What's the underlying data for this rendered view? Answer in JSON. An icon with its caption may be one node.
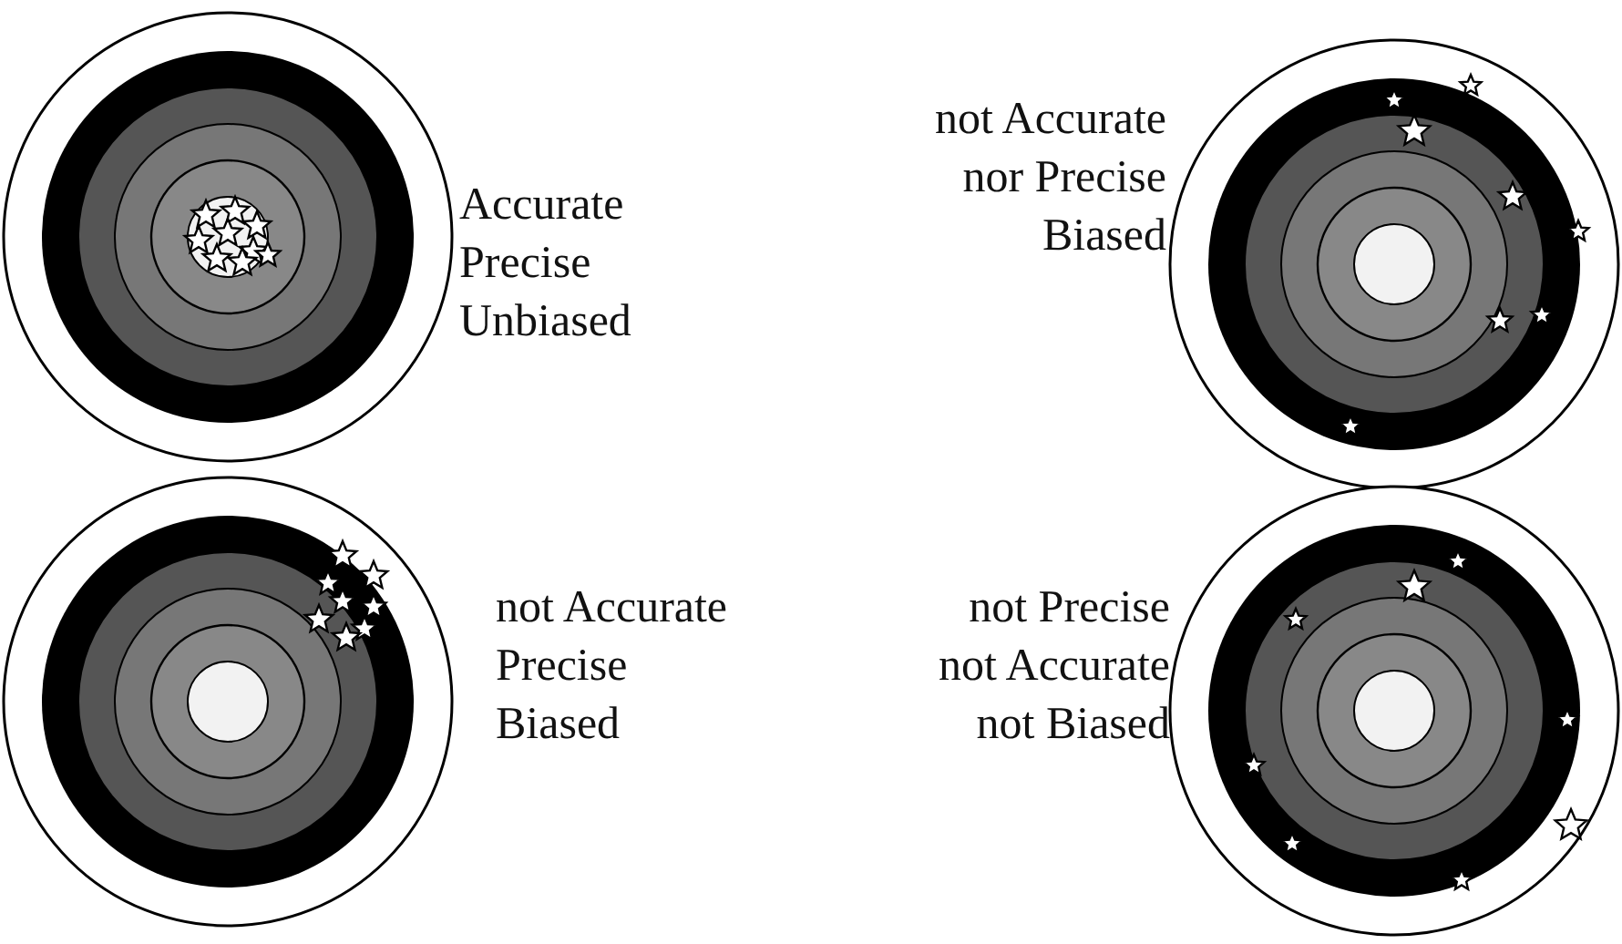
{
  "diagram": {
    "nodes": [
      {
        "text": [],
        "shape": "circle",
        "beside": [
          "Accurate",
          "Precise",
          "Unbiased"
        ]
      },
      {
        "text": [],
        "shape": "circle",
        "beside": [
          "not Accurate",
          "nor Precise",
          "Biased"
        ]
      },
      {
        "text": [],
        "shape": "circle",
        "beside": [
          "not Accurate",
          "Precise",
          "Biased"
        ]
      },
      {
        "text": [],
        "shape": "circle",
        "beside": [
          "not Precise",
          "not Accurate",
          "not Biased"
        ]
      }
    ]
  }
}
